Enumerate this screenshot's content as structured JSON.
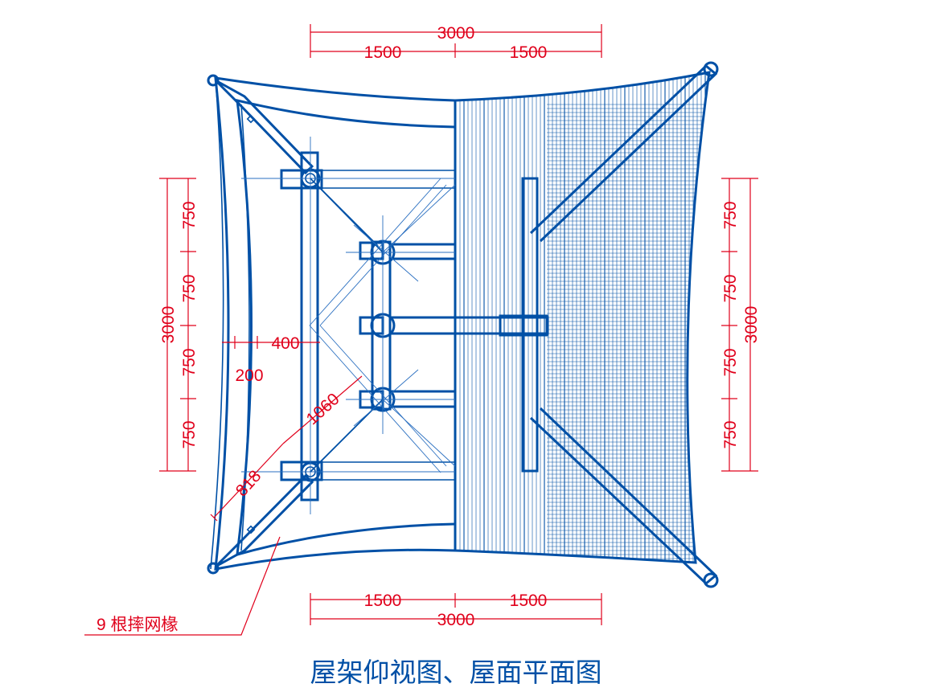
{
  "caption": "屋架仰视图、屋面平面图",
  "leader_label": "9 根摔网椽",
  "dimensions": {
    "top_total": "3000",
    "top_left_half": "1500",
    "top_right_half": "1500",
    "bottom_left_half": "1500",
    "bottom_right_half": "1500",
    "bottom_total": "3000",
    "left_total": "3000",
    "left_seg_1": "750",
    "left_seg_2": "750",
    "left_seg_3": "750",
    "left_seg_4": "750",
    "right_total": "3000",
    "right_seg_1": "750",
    "right_seg_2": "750",
    "right_seg_3": "750",
    "right_seg_4": "750",
    "eave_width": "400",
    "eave_inner": "200",
    "diagonal_1060": "1060",
    "diagonal_818": "818"
  },
  "colors": {
    "drawing_lines": "#0050a6",
    "dimension_lines": "#e0001b",
    "background": "#ffffff"
  }
}
